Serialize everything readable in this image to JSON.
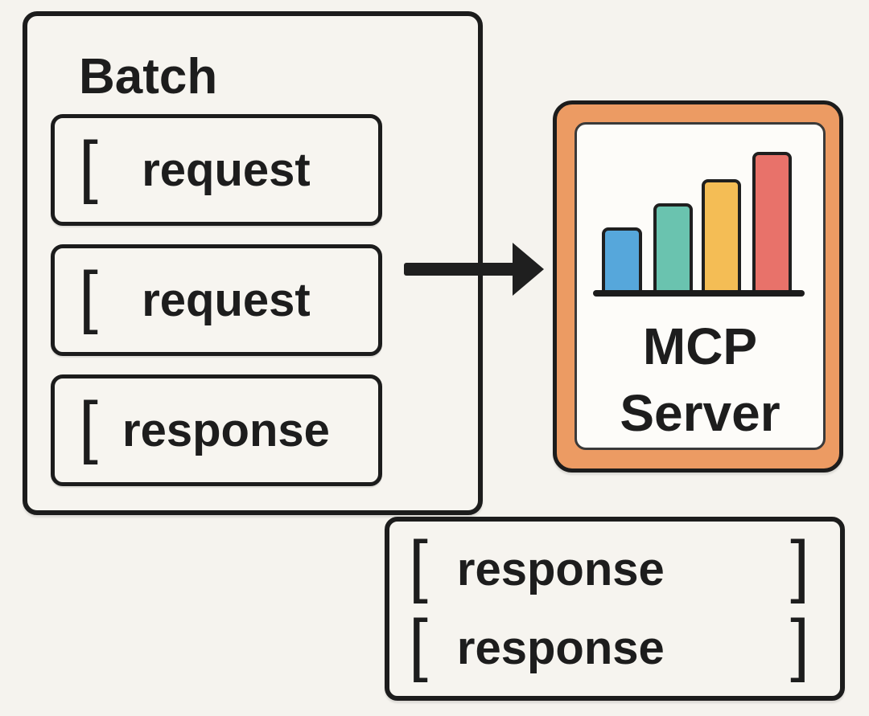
{
  "colors": {
    "background": "#F5F3EE",
    "line": "#1C1C1C",
    "accent_orange": "#EC9B63",
    "card_inner": "#FDFCF9"
  },
  "batch": {
    "title": "Batch",
    "items": [
      {
        "bracket": "[",
        "label": "request"
      },
      {
        "bracket": "[",
        "label": "request"
      },
      {
        "bracket": "[",
        "label": "response"
      }
    ]
  },
  "mcp_server": {
    "label_line1": "MCP",
    "label_line2": "Server",
    "icon": {
      "name": "bar-chart-icon",
      "bars": [
        {
          "color": "#56A7DB"
        },
        {
          "color": "#6AC3AF"
        },
        {
          "color": "#F4BD55"
        },
        {
          "color": "#E8726A"
        }
      ]
    }
  },
  "responses": {
    "rows": [
      {
        "open_bracket": "[",
        "label": "response",
        "close_bracket": "]"
      },
      {
        "open_bracket": "[",
        "label": "response",
        "close_bracket": "]"
      }
    ]
  }
}
